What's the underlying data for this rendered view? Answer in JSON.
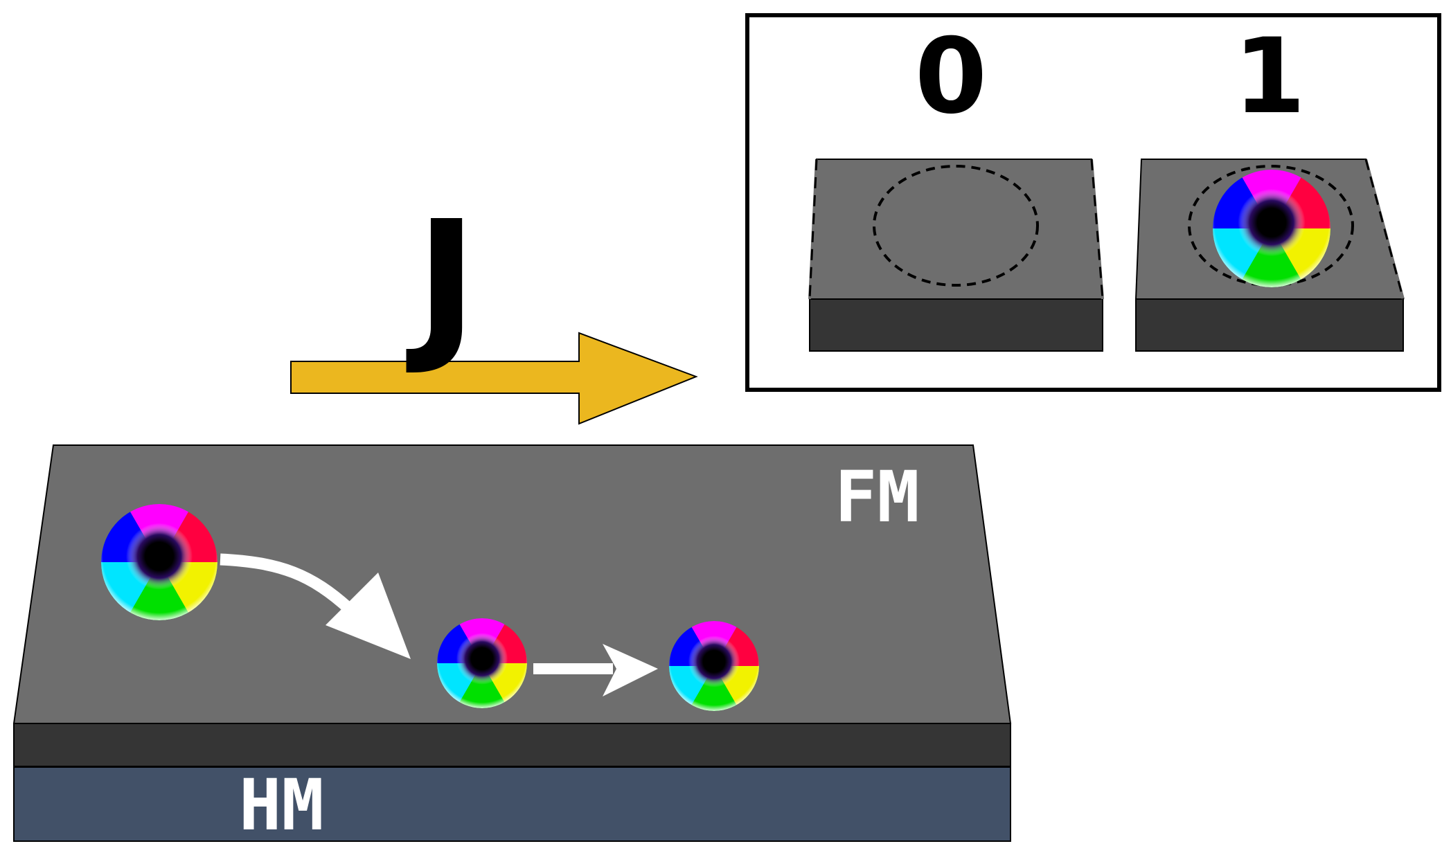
{
  "labels": {
    "current": "J",
    "bit_zero": "0",
    "bit_one": "1",
    "ferromagnet": "FM",
    "heavy_metal": "HM"
  },
  "colors": {
    "background": "#ffffff",
    "fm_top": "#6e6e6e",
    "fm_side": "#353535",
    "hm_layer": "#425168",
    "current_arrow": "#ebb71f",
    "outline": "#000000",
    "motion_arrow": "#ffffff"
  },
  "icons": {
    "current_arrow": "right-arrow",
    "motion_arrows": "curved-arrow",
    "skyrmions": "skyrmion",
    "empty_site": "dashed-circle"
  }
}
